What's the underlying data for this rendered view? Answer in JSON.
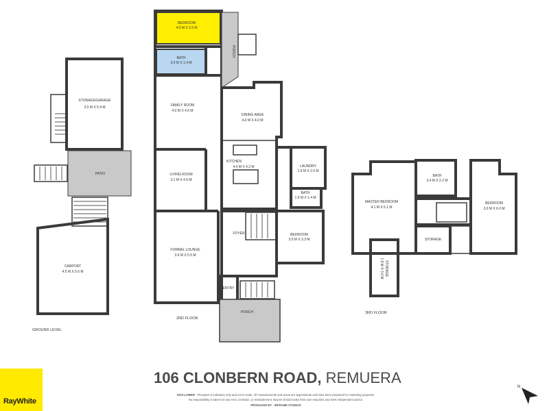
{
  "colors": {
    "bedroom": "#ffee00",
    "wet_area": "#b9d7f0",
    "outdoor": "#c9c9c9",
    "wall": "#3a3a3a",
    "brand": "#ffea00"
  },
  "rooms": {
    "storage_garage": {
      "name": "STORAGE/GARAGE",
      "dims": "3.0 M X 5.4 M"
    },
    "patio": {
      "name": "PATIO"
    },
    "carport": {
      "name": "CARPORT",
      "dims": "4.5 M X 5.6 M"
    },
    "bedroom_top": {
      "name": "BEDROOM",
      "dims": "4.0 M X 2.5 M"
    },
    "bath_top": {
      "name": "BATH",
      "dims": "3.0 M X 1.4 M"
    },
    "porch_top": {
      "name": "PORCH"
    },
    "family_room": {
      "name": "FAMILY ROOM",
      "dims": "4.0 M X 4.6 M"
    },
    "dining_area": {
      "name": "DINING AREA",
      "dims": "4.0 M X 4.0 M"
    },
    "kitchen": {
      "name": "KITCHEN",
      "dims": "4.4 M X 4.2 M"
    },
    "laundry": {
      "name": "LAUNDRY",
      "dims": "1.9 M X 2.5 M"
    },
    "living_room": {
      "name": "LIVING ROOM",
      "dims": "3.1 M X 4.0 M"
    },
    "bath_mid": {
      "name": "BATH",
      "dims": "1.9 M X 1.4 M"
    },
    "bedroom_mid": {
      "name": "BEDROOM",
      "dims": "3.0 M X 3.3 M"
    },
    "foyer": {
      "name": "FOYER"
    },
    "formal_lounge": {
      "name": "FORMAL LOUNGE",
      "dims": "3.9 M X 5.5 M"
    },
    "entry": {
      "name": "ENTRY"
    },
    "porch_bottom": {
      "name": "PORCH"
    },
    "master_bedroom": {
      "name": "MASTER BEDROOM",
      "dims": "4.1 M X 5.1 M"
    },
    "bath_3rd": {
      "name": "BATH",
      "dims": "3.4 M X 2.2 M"
    },
    "bedroom_3rd": {
      "name": "BEDROOM",
      "dims": "3.0 M X 6.0 M"
    },
    "storage_small": {
      "name": "STORAGE"
    },
    "storage_tall": {
      "name": "STORAGE",
      "dims": "1.8 M X 3.6 M"
    }
  },
  "levels": {
    "ground": "GROUND LEVEL",
    "second": "2ND FLOOR",
    "third": "3RD FLOOR"
  },
  "address": {
    "street": "106 CLONBERN ROAD,",
    "suburb": "REMUERA"
  },
  "disclaimer": {
    "label": "DISCLAIMER",
    "line1": " - Floorplan is indicative only and not to scale. All measurements and areas are approximate and have been prepared for marketing purposes.",
    "line2": "No responsibility is taken for any error, omission, or misstatement. Buyers should make their own enquiries and seek independent advice.",
    "produced": "PRODUCED BY · INFRAME STUDIOS"
  },
  "compass": {
    "label": "N"
  },
  "brand": {
    "name": "RayWhite"
  }
}
